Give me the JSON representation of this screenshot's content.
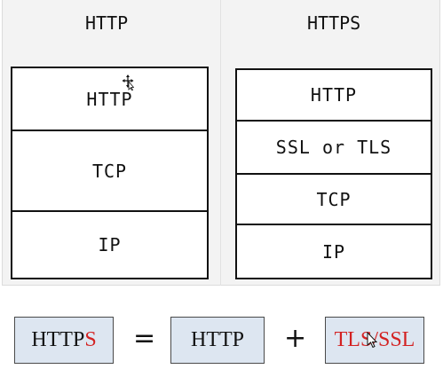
{
  "diagram": {
    "left_column": {
      "title": "HTTP",
      "layers": [
        "HTTP",
        "TCP",
        "IP"
      ]
    },
    "right_column": {
      "title": "HTTPS",
      "layers": [
        "HTTP",
        "SSL or TLS",
        "TCP",
        "IP"
      ]
    }
  },
  "equation": {
    "term1_prefix": "HTTP",
    "term1_suffix": "S",
    "equals": "=",
    "term2": "HTTP",
    "plus": "+",
    "term3_a": "TLS",
    "term3_sep": "/",
    "term3_b": "SSL"
  },
  "colors": {
    "accent_red": "#d32222",
    "box_fill": "#dde6f1",
    "panel_bg": "#f3f3f3"
  },
  "icons": [
    "move-cursor-icon",
    "pointer-cursor-icon"
  ]
}
